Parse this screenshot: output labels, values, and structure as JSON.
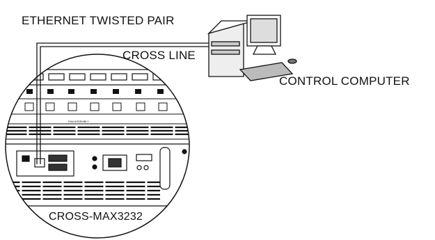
{
  "labels": {
    "ethernet": "ETHERNET TWISTED PAIR",
    "cross_line": "CROSS LINE",
    "control_computer": "CONTROL COMPUTER",
    "model": "CROSS-MAX3232"
  },
  "device": {
    "fan_label": "FAN ASSEMBLY"
  },
  "colors": {
    "ink": "#111111",
    "panel_fill": "#ffffff",
    "grille": "#222222",
    "highlight": "#e8e8e8"
  }
}
